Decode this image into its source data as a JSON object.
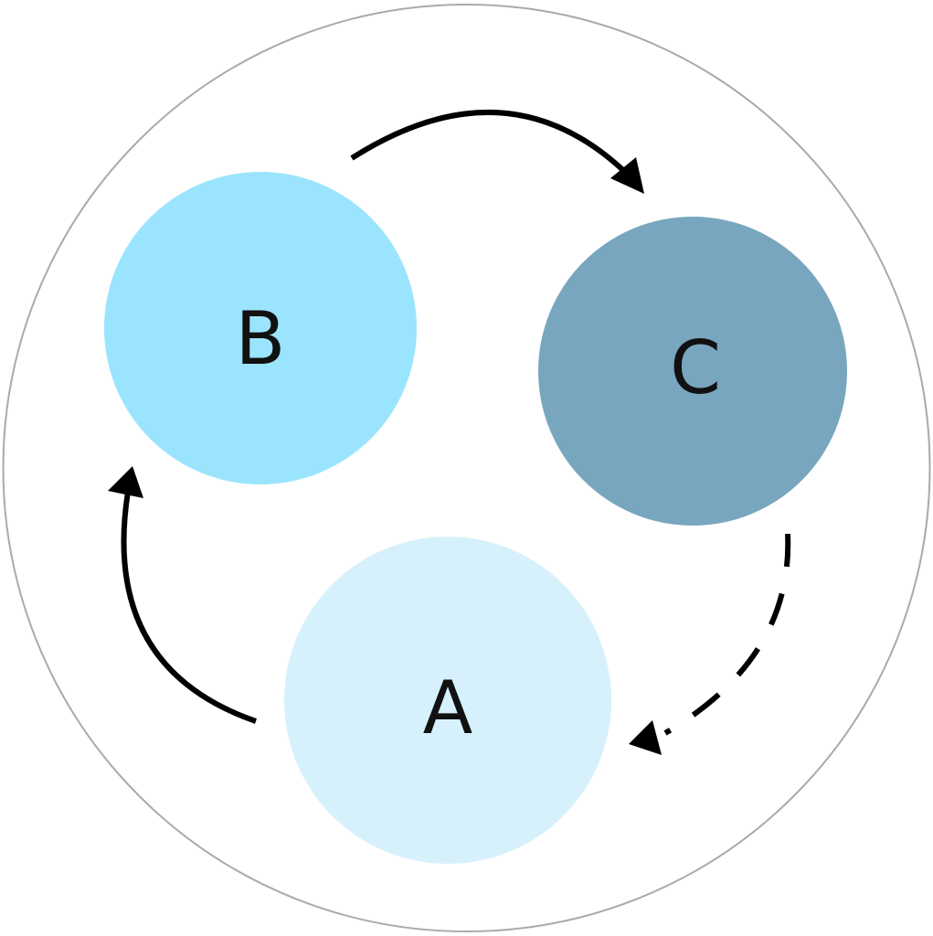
{
  "nodes": {
    "a": {
      "label": "A",
      "color": "#d6f1fc"
    },
    "b": {
      "label": "B",
      "color": "#9be4fd"
    },
    "c": {
      "label": "C",
      "color": "#78a6bf"
    }
  },
  "edges": [
    {
      "from": "B",
      "to": "C",
      "style": "solid"
    },
    {
      "from": "C",
      "to": "A",
      "style": "dashed"
    },
    {
      "from": "A",
      "to": "B",
      "style": "solid"
    }
  ],
  "colors": {
    "outer_border": "#aaaaaa",
    "arrow": "#000000",
    "background": "#ffffff"
  }
}
